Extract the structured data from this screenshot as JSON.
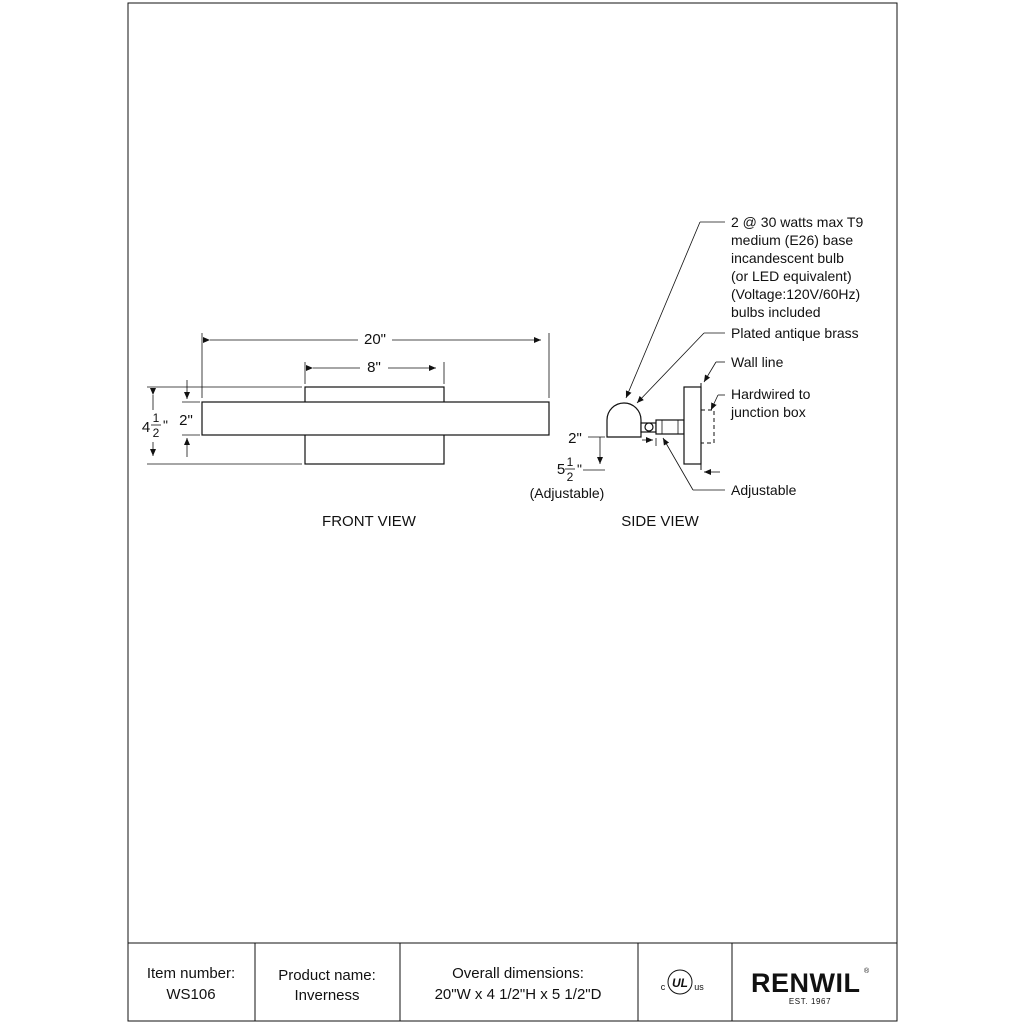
{
  "front_view": {
    "label": "FRONT VIEW",
    "width_dim": "20\"",
    "canopy_dim": "8\"",
    "height_dim_whole": "4",
    "height_dim_num": "1",
    "height_dim_den": "2",
    "height_dim_unit": "\"",
    "bar_dim": "2\""
  },
  "side_view": {
    "label": "SIDE VIEW",
    "shade_dim": "2\"",
    "depth_dim_whole": "5",
    "depth_dim_num": "1",
    "depth_dim_den": "2",
    "depth_dim_unit": "\"",
    "depth_note": "(Adjustable)",
    "bulb_note_lines": [
      "2 @ 30 watts max T9",
      "medium (E26)  base",
      "incandescent  bulb",
      "(or LED equivalent)",
      "(Voltage:120V/60Hz)",
      "bulbs  included"
    ],
    "finish_note": "Plated antique brass",
    "wall_note": "Wall line",
    "junction_note_lines": [
      "Hardwired to",
      "junction box"
    ],
    "adjustable_note": "Adjustable"
  },
  "title_block": {
    "item_label": "Item number:",
    "item_value": "WS106",
    "product_label": "Product name:",
    "product_value": "Inverness",
    "dims_label": "Overall dimensions:",
    "dims_value": "20\"W x 4 1/2\"H x 5 1/2\"D",
    "cert_c": "c",
    "cert_ul": "UL",
    "cert_us": "us",
    "brand": "RENWIL",
    "brand_mark": "®",
    "brand_tagline": "EST. 1967"
  }
}
